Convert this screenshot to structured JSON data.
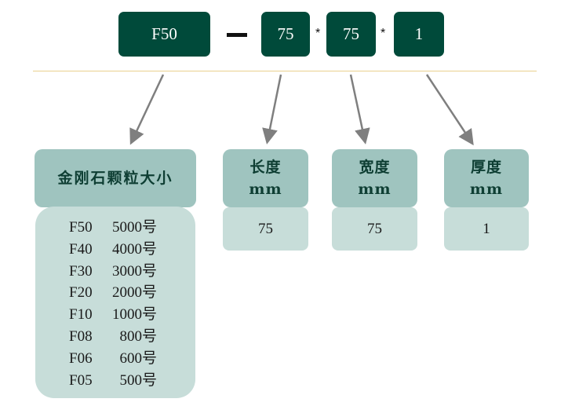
{
  "code": {
    "grit": "F50",
    "dash": "—",
    "length": "75",
    "width": "75",
    "thickness": "1",
    "times": "*"
  },
  "labels": {
    "grit_size": "金刚石颗粒大小",
    "length": "长度",
    "width": "宽度",
    "thickness": "厚度",
    "unit": "mm"
  },
  "values": {
    "length": "75",
    "width": "75",
    "thickness": "1"
  },
  "grades": [
    {
      "code": "F50",
      "mesh": "5000号"
    },
    {
      "code": "F40",
      "mesh": "4000号"
    },
    {
      "code": "F30",
      "mesh": "3000号"
    },
    {
      "code": "F20",
      "mesh": "2000号"
    },
    {
      "code": "F10",
      "mesh": "1000号"
    },
    {
      "code": "F08",
      "mesh": "800号"
    },
    {
      "code": "F06",
      "mesh": "600号"
    },
    {
      "code": "F05",
      "mesh": "500号"
    }
  ],
  "colors": {
    "code_box": "#004a3a",
    "header_box": "#9fc4bf",
    "value_box": "#c7ddd9",
    "rule": "#e9d08e",
    "arrow": "#7f7f7f"
  }
}
